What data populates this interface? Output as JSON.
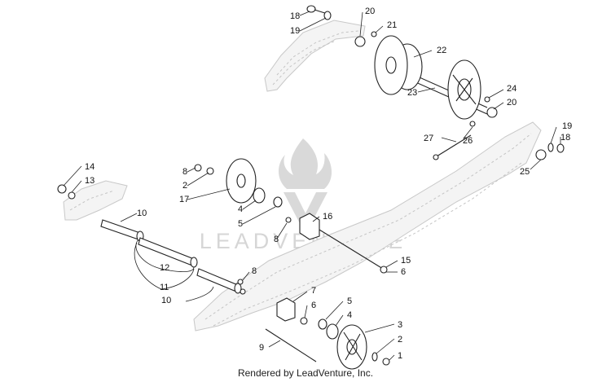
{
  "watermark": {
    "brand": "LEADVENTURE"
  },
  "caption": "Rendered by LeadVenture, Inc.",
  "callouts": [
    {
      "text": "18"
    },
    {
      "text": "19"
    },
    {
      "text": "20"
    },
    {
      "text": "21"
    },
    {
      "text": "22"
    },
    {
      "text": "23"
    },
    {
      "text": "24"
    },
    {
      "text": "20"
    },
    {
      "text": "27"
    },
    {
      "text": "26"
    },
    {
      "text": "19"
    },
    {
      "text": "18"
    },
    {
      "text": "25"
    },
    {
      "text": "14"
    },
    {
      "text": "13"
    },
    {
      "text": "10"
    },
    {
      "text": "8"
    },
    {
      "text": "2"
    },
    {
      "text": "17"
    },
    {
      "text": "4"
    },
    {
      "text": "5"
    },
    {
      "text": "16"
    },
    {
      "text": "8"
    },
    {
      "text": "12"
    },
    {
      "text": "11"
    },
    {
      "text": "10"
    },
    {
      "text": "15"
    },
    {
      "text": "6"
    },
    {
      "text": "8"
    },
    {
      "text": "7"
    },
    {
      "text": "6"
    },
    {
      "text": "5"
    },
    {
      "text": "4"
    },
    {
      "text": "3"
    },
    {
      "text": "2"
    },
    {
      "text": "1"
    },
    {
      "text": "9"
    }
  ]
}
